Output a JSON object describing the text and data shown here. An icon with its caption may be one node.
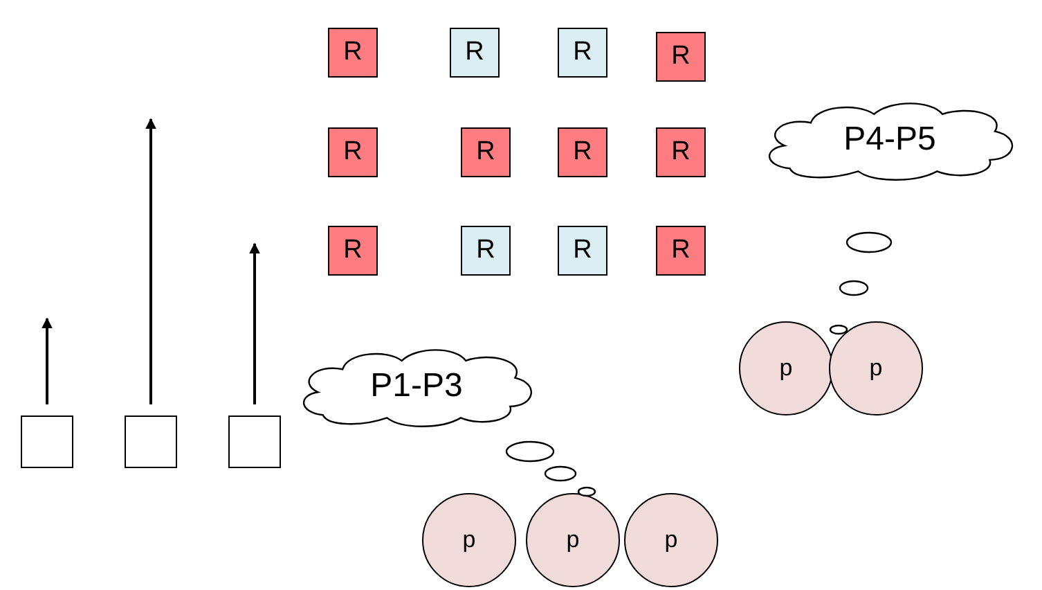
{
  "diagram": {
    "nodes": [
      {
        "text": [
          "R"
        ]
      },
      {
        "text": [
          "R"
        ]
      },
      {
        "text": [
          "R"
        ]
      },
      {
        "text": [
          "R"
        ]
      },
      {
        "text": [
          "R"
        ]
      },
      {
        "text": [
          "R"
        ]
      },
      {
        "text": [
          "R"
        ]
      },
      {
        "text": [
          "R"
        ]
      },
      {
        "text": [
          "R"
        ]
      },
      {
        "text": [
          "R"
        ]
      },
      {
        "text": [
          "R"
        ]
      },
      {
        "text": [
          "R"
        ]
      },
      {
        "text": [],
        "shape": "box"
      },
      {
        "text": [],
        "shape": "box"
      },
      {
        "text": [],
        "shape": "box"
      },
      {
        "text": [
          "P4-P5"
        ]
      },
      {
        "text": [
          "P1-P3"
        ]
      },
      {
        "text": [
          "p"
        ]
      },
      {
        "text": [
          "p"
        ]
      },
      {
        "text": [
          "p"
        ]
      },
      {
        "text": [
          "p"
        ]
      },
      {
        "text": [
          "p"
        ]
      }
    ],
    "edges": [
      {
        "from": 12,
        "to": null,
        "arrow": "to"
      },
      {
        "from": 13,
        "to": null,
        "arrow": "to"
      },
      {
        "from": 14,
        "to": null,
        "arrow": "to"
      }
    ]
  }
}
